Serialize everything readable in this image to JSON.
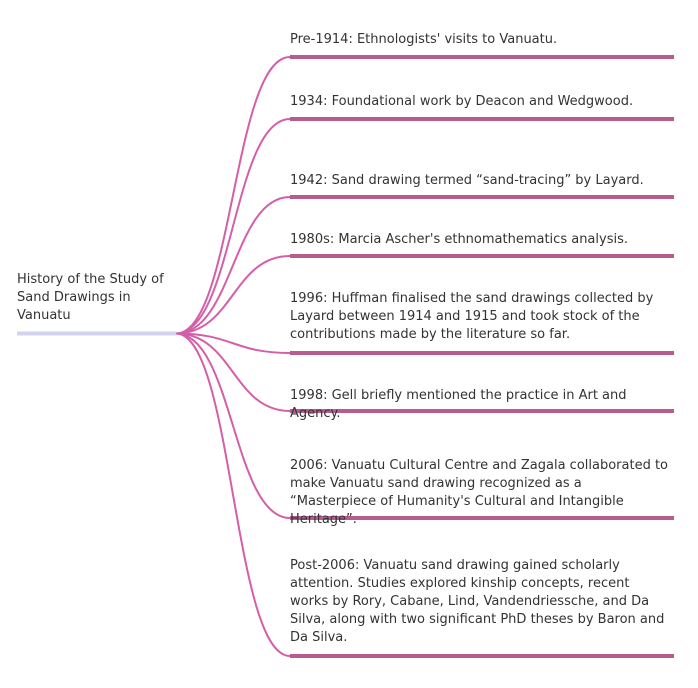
{
  "mindmap": {
    "root": {
      "label": "History of the Study of Sand Drawings in Vanuatu",
      "underline_color": "#d3d3ee"
    },
    "branch_color": "#d45fa8",
    "underline_color": "#b85c8f",
    "branches": [
      {
        "label": "Pre-1914: Ethnologists' visits to Vanuatu."
      },
      {
        "label": "1934: Foundational work by Deacon and Wedgwood."
      },
      {
        "label": "1942: Sand drawing termed “sand-tracing” by Layard."
      },
      {
        "label": "1980s: Marcia Ascher's ethnomathematics analysis."
      },
      {
        "label": "1996: Huffman finalised the sand drawings collected by Layard between 1914 and 1915 and took stock of the contributions made by the literature so far."
      },
      {
        "label": "1998: Gell briefly mentioned the practice in Art and Agency."
      },
      {
        "label": "2006: Vanuatu Cultural Centre and Zagala collaborated to make Vanuatu sand drawing recognized as a “Masterpiece of Humanity's Cultural and Intangible Heritage”."
      },
      {
        "label": "Post-2006: Vanuatu sand drawing gained scholarly attention. Studies explored kinship concepts, recent works by Rory, Cabane, Lind, Vandendriessche, and Da Silva, along with two significant PhD theses by Baron and Da Silva."
      }
    ]
  }
}
